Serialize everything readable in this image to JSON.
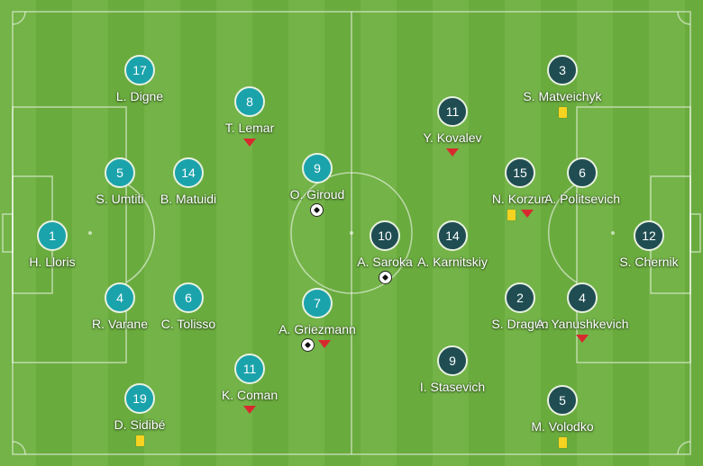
{
  "home": {
    "players": [
      {
        "number": "1",
        "name": "H. Lloris",
        "events": []
      },
      {
        "number": "17",
        "name": "L. Digne",
        "events": []
      },
      {
        "number": "5",
        "name": "S. Umtiti",
        "events": []
      },
      {
        "number": "4",
        "name": "R. Varane",
        "events": []
      },
      {
        "number": "19",
        "name": "D. Sidibé",
        "events": [
          "yellow-card"
        ]
      },
      {
        "number": "14",
        "name": "B. Matuidi",
        "events": []
      },
      {
        "number": "6",
        "name": "C. Tolisso",
        "events": []
      },
      {
        "number": "8",
        "name": "T. Lemar",
        "events": [
          "substitution-off"
        ]
      },
      {
        "number": "11",
        "name": "K. Coman",
        "events": [
          "substitution-off"
        ]
      },
      {
        "number": "9",
        "name": "O. Giroud",
        "events": [
          "goal"
        ]
      },
      {
        "number": "7",
        "name": "A. Griezmann",
        "events": [
          "goal",
          "substitution-off"
        ]
      }
    ]
  },
  "away": {
    "players": [
      {
        "number": "12",
        "name": "S. Chernik",
        "events": []
      },
      {
        "number": "3",
        "name": "S. Matveichyk",
        "events": [
          "yellow-card"
        ]
      },
      {
        "number": "15",
        "name": "N. Korzun",
        "events": [
          "yellow-card",
          "substitution-off"
        ]
      },
      {
        "number": "6",
        "name": "A. Politsevich",
        "events": []
      },
      {
        "number": "2",
        "name": "S. Dragun",
        "events": []
      },
      {
        "number": "4",
        "name": "A. Yanushkevich",
        "events": [
          "substitution-off"
        ]
      },
      {
        "number": "5",
        "name": "M. Volodko",
        "events": [
          "yellow-card"
        ]
      },
      {
        "number": "11",
        "name": "Y. Kovalev",
        "events": [
          "substitution-off"
        ]
      },
      {
        "number": "10",
        "name": "A. Saroka",
        "events": [
          "goal"
        ]
      },
      {
        "number": "14",
        "name": "A. Karnitskiy",
        "events": []
      },
      {
        "number": "9",
        "name": "I. Stasevich",
        "events": []
      }
    ]
  },
  "colors": {
    "home_badge": "#1ba3ac",
    "away_badge": "#1f4d52",
    "pitch_stripe_light": "#73b347",
    "pitch_stripe_dark": "#6aab3e",
    "substitution_marker": "#d8292f",
    "yellow_card": "#f5d320"
  }
}
